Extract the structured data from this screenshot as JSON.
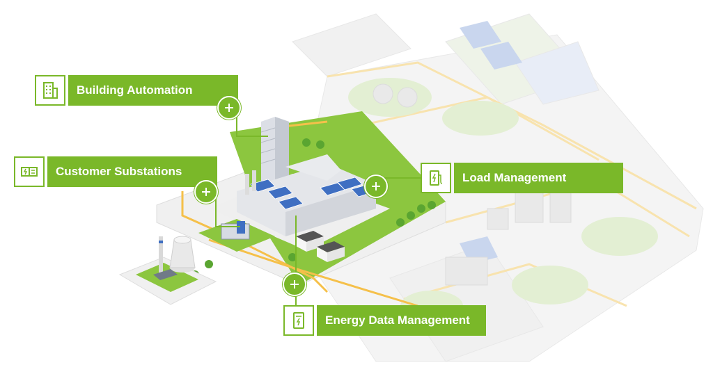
{
  "colors": {
    "accent": "#7ab829",
    "platform": "#f3f3f3",
    "road": "#f5d27a",
    "grass": "#8cc63f",
    "solar": "#3f6fc2"
  },
  "callouts": [
    {
      "id": "building-automation",
      "label": "Building Automation",
      "icon": "building-icon"
    },
    {
      "id": "customer-substations",
      "label": "Customer Substations",
      "icon": "substation-icon"
    },
    {
      "id": "load-management",
      "label": "Load Management",
      "icon": "ev-charger-icon"
    },
    {
      "id": "energy-data-management",
      "label": "Energy Data Management",
      "icon": "meter-icon"
    }
  ],
  "hotspot_icon": "plus-icon"
}
